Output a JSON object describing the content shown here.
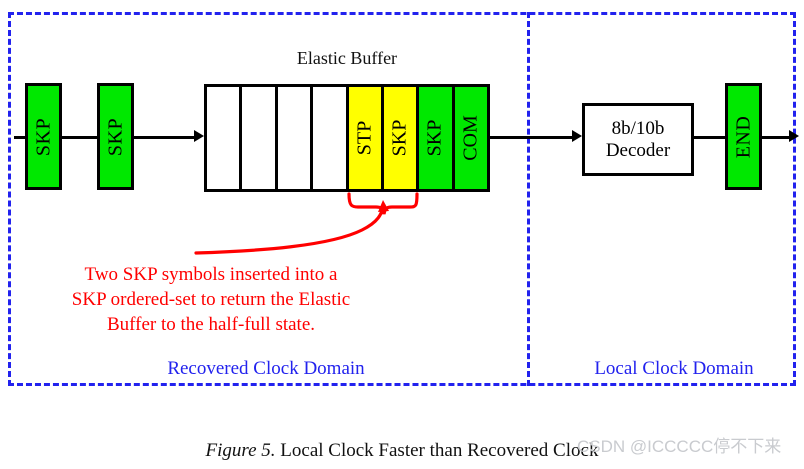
{
  "figure": {
    "caption_number": "Figure 5.",
    "caption_text": " Local Clock Faster than Recovered Clock",
    "watermark": "CSDN @ICCCCC停不下来"
  },
  "colors": {
    "green": "#00e800",
    "yellow": "#ffff00",
    "white": "#ffffff",
    "annotation_red": "#ff0000",
    "domain_blue": "#2222ee",
    "wire_black": "#000000"
  },
  "domains": {
    "left_label": "Recovered Clock Domain",
    "right_label": "Local Clock Domain"
  },
  "stream_in": {
    "symbols": [
      {
        "label": "SKP",
        "fill": "green"
      },
      {
        "label": "SKP",
        "fill": "green"
      }
    ]
  },
  "elastic_buffer": {
    "title": "Elastic Buffer",
    "cells": [
      {
        "label": "",
        "fill": "white"
      },
      {
        "label": "",
        "fill": "white"
      },
      {
        "label": "",
        "fill": "white"
      },
      {
        "label": "",
        "fill": "white"
      },
      {
        "label": "STP",
        "fill": "yellow"
      },
      {
        "label": "SKP",
        "fill": "yellow"
      },
      {
        "label": "SKP",
        "fill": "green"
      },
      {
        "label": "COM",
        "fill": "green"
      }
    ]
  },
  "decoder": {
    "line1": "8b/10b",
    "line2": "Decoder"
  },
  "stream_out": {
    "symbols": [
      {
        "label": "END",
        "fill": "green"
      }
    ]
  },
  "annotation": {
    "line1": "Two SKP symbols inserted into a",
    "line2": "SKP ordered-set to return the Elastic",
    "line3": "Buffer to the half-full state.",
    "brace_covers": [
      "STP",
      "SKP"
    ]
  }
}
